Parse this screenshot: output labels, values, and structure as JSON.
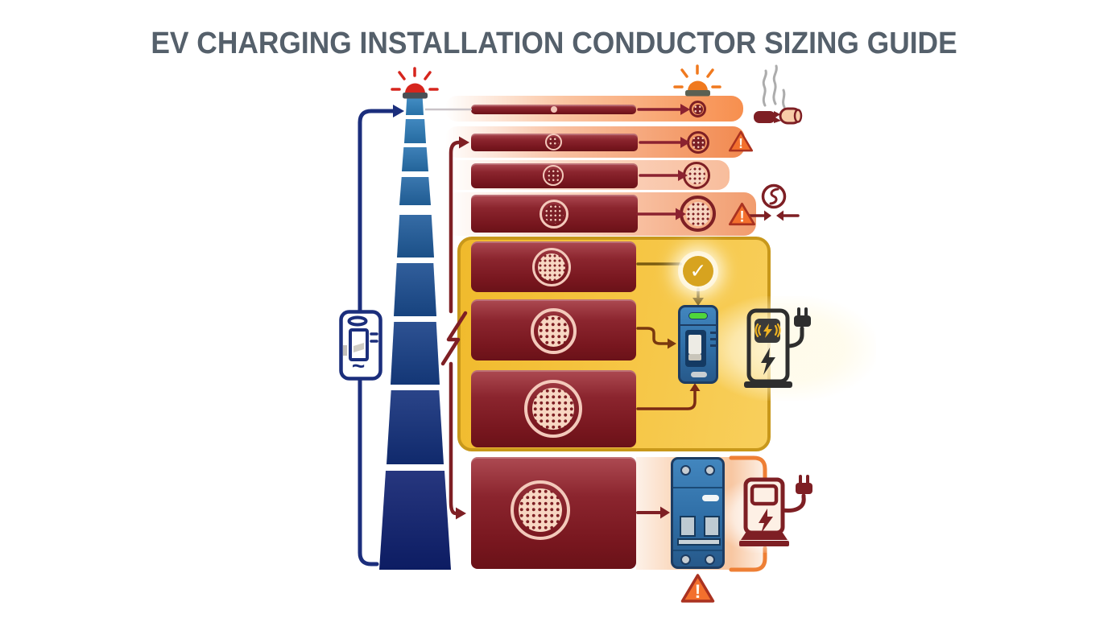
{
  "title": "EV CHARGING INSTALLATION CONDUCTOR SIZING GUIDE",
  "glyphs": {
    "warning": "!",
    "check": "✓",
    "ac_wave": "~"
  },
  "colors": {
    "title_text": "#55606B",
    "cable_maroon": "#7E1F24",
    "supply_navy": "#1B2E7C",
    "feed_red": "#7E1F24",
    "band_overheat_orange": "#F78F4E",
    "band_caution_pink": "#F8BD9C",
    "zone_recommended_fill": "#F5C440",
    "zone_recommended_border": "#C8981B",
    "zone_oversized_border": "#EE7F35",
    "siren_red": "#D6251D",
    "siren_orange": "#F0791E",
    "warning_triangle_fill": "#F3702D",
    "warning_triangle_border": "#AA3220",
    "breaker_blue": "#2F6EA6",
    "led_green": "#4FD63B",
    "check_gold": "#D7A31F",
    "charger_dark": "#2E2E2E",
    "tower_top_blue": "#2E81BE",
    "tower_bottom_navy": "#0E2070"
  },
  "icons": {
    "red_alarm_siren": "flashing red beacon on supply mast",
    "orange_alarm_siren": "flashing orange beacon over overheated conductor",
    "burnt_cable_smoke": "melted broken cable with smoke",
    "warning_triangle": "orange exclamation warning triangle",
    "voltage_drop_symbol": "circled S-bolt with converging arrows",
    "check_badge": "gold circle with white check mark",
    "rcd_breaker": "blue wall breaker with green LED",
    "main_breaker": "blue DIN breaker with terminals",
    "ev_charger_wallbox": "dark EV charging post with plug",
    "ev_charging_station": "maroon outlined EV charging pump with plug",
    "supply_meter": "navy outlined meter with AC wave",
    "lightning_bolt": "feeder lightning bolt",
    "pylon_tower": "tapering blue supply pylon"
  },
  "rows": [
    {
      "id": 1,
      "conductor_size": "smallest",
      "zone": "overheat-danger",
      "right_icons": [
        "orange-alarm-siren",
        "burnt-cable-smoke"
      ]
    },
    {
      "id": 2,
      "conductor_size": "very small",
      "zone": "overheat-danger",
      "right_icons": [
        "warning-triangle"
      ]
    },
    {
      "id": 3,
      "conductor_size": "small",
      "zone": "caution",
      "right_icons": []
    },
    {
      "id": 4,
      "conductor_size": "marginal",
      "zone": "caution",
      "right_icons": [
        "warning-triangle",
        "voltage-drop-symbol",
        "compression-arrows"
      ]
    },
    {
      "id": 5,
      "conductor_size": "recommended",
      "zone": "recommended",
      "right_icons": [
        "check-badge"
      ]
    },
    {
      "id": 6,
      "conductor_size": "recommended",
      "zone": "recommended",
      "right_icons": [
        "rcd-breaker"
      ]
    },
    {
      "id": 7,
      "conductor_size": "recommended",
      "zone": "recommended",
      "right_icons": [
        "rcd-breaker",
        "ev-charger-wallbox"
      ]
    },
    {
      "id": 8,
      "conductor_size": "largest",
      "zone": "oversized",
      "right_icons": [
        "main-breaker",
        "warning-triangle",
        "ev-charging-station"
      ]
    }
  ]
}
